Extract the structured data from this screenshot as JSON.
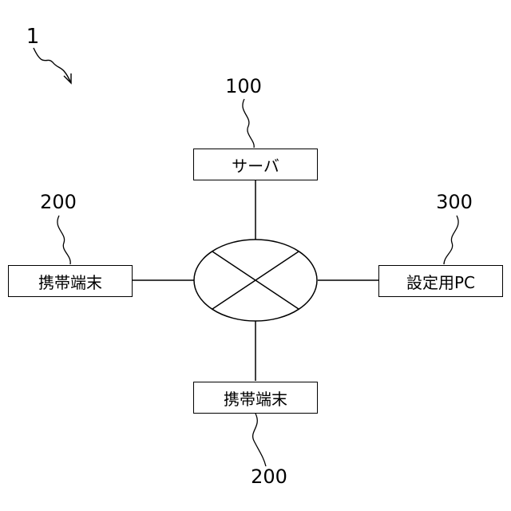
{
  "system_label": "1",
  "network": {
    "shape": "ellipse-with-cross"
  },
  "nodes": [
    {
      "id": "server",
      "ref": "100",
      "label": "サーバ"
    },
    {
      "id": "mobile-left",
      "ref": "200",
      "label": "携帯端末"
    },
    {
      "id": "settings-pc",
      "ref": "300",
      "label": "設定用PC"
    },
    {
      "id": "mobile-bottom",
      "ref": "200",
      "label": "携帯端末"
    }
  ],
  "colors": {
    "line": "#000000",
    "background": "#ffffff",
    "text": "#000000"
  }
}
